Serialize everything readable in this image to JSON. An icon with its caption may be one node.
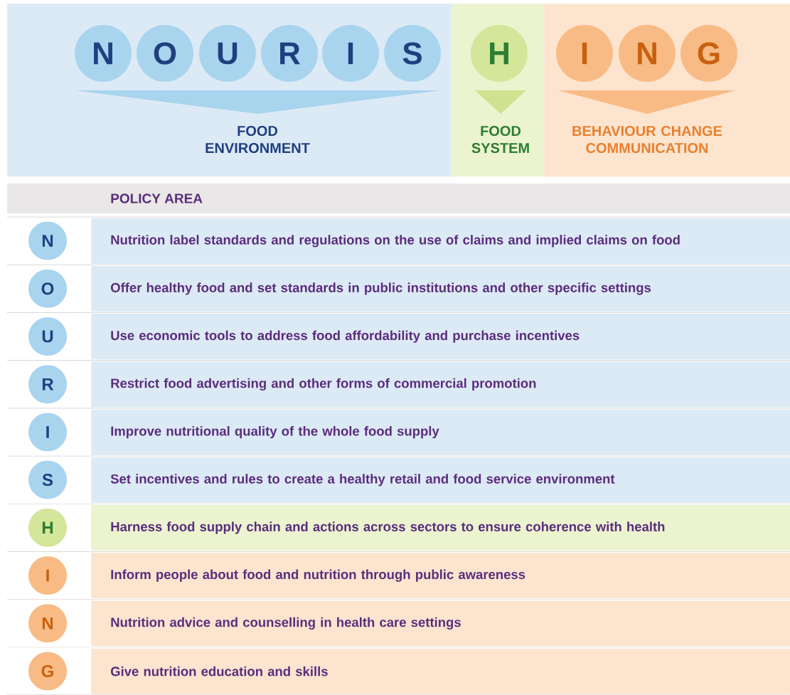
{
  "diagram": {
    "nodes": [
      {
        "text": [
          "FOOD ENVIRONMENT"
        ]
      },
      {
        "text": [
          "N"
        ],
        "in": 0
      },
      {
        "text": [
          "O"
        ],
        "in": 0
      },
      {
        "text": [
          "U"
        ],
        "in": 0
      },
      {
        "text": [
          "R"
        ],
        "in": 0
      },
      {
        "text": [
          "I"
        ],
        "in": 0
      },
      {
        "text": [
          "S"
        ],
        "in": 0
      },
      {
        "text": [
          "FOOD SYSTEM"
        ]
      },
      {
        "text": [
          "H"
        ],
        "in": 7
      },
      {
        "text": [
          "BEHAVIOUR CHANGE COMMUNICATION"
        ]
      },
      {
        "text": [
          "I"
        ],
        "in": 9
      },
      {
        "text": [
          "N"
        ],
        "in": 9
      },
      {
        "text": [
          "G"
        ],
        "in": 9
      },
      {
        "text": [
          "N"
        ]
      },
      {
        "text": [
          "Nutrition label standards and regulations on the use of claims and implied claims on food"
        ]
      },
      {
        "text": [
          "O"
        ]
      },
      {
        "text": [
          "Offer healthy food and set standards in public institutions and other specific settings"
        ]
      },
      {
        "text": [
          "U"
        ]
      },
      {
        "text": [
          "Use economic tools to address food affordability and purchase incentives"
        ]
      },
      {
        "text": [
          "R"
        ]
      },
      {
        "text": [
          "Restrict food advertising and other forms of commercial promotion"
        ]
      },
      {
        "text": [
          "I"
        ]
      },
      {
        "text": [
          "Improve nutritional quality of the whole food supply"
        ]
      },
      {
        "text": [
          "S"
        ]
      },
      {
        "text": [
          "Set incentives and rules to create a healthy retail and food service environment"
        ]
      },
      {
        "text": [
          "H"
        ]
      },
      {
        "text": [
          "Harness food supply chain and actions across sectors to ensure coherence with health"
        ]
      },
      {
        "text": [
          "I"
        ]
      },
      {
        "text": [
          "Inform people about food and nutrition through public awareness"
        ]
      },
      {
        "text": [
          "N"
        ]
      },
      {
        "text": [
          "Nutrition advice and counselling in health care settings"
        ]
      },
      {
        "text": [
          "G"
        ]
      },
      {
        "text": [
          "Give nutrition education and skills"
        ]
      }
    ],
    "labels": [
      "POLICY AREA"
    ]
  }
}
